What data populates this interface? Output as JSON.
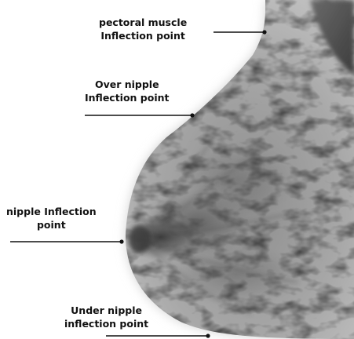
{
  "diagram": {
    "annotations": [
      {
        "id": "pectoral",
        "lines": [
          "pectoral muscle",
          "Inflection  point"
        ]
      },
      {
        "id": "over",
        "lines": [
          "Over nipple",
          "Inflection point"
        ]
      },
      {
        "id": "nipple",
        "lines": [
          "nipple Inflection",
          "point"
        ]
      },
      {
        "id": "under",
        "lines": [
          "Under nipple",
          "inflection point"
        ]
      }
    ],
    "colors": {
      "background": "#ffffff",
      "text": "#111111",
      "leader_line": "#111111",
      "tissue_light": "#c6c6c6",
      "tissue_dark": "#3a3a3a",
      "pectoral_dark": "#505050"
    },
    "image_type": "mammogram-grayscale"
  }
}
